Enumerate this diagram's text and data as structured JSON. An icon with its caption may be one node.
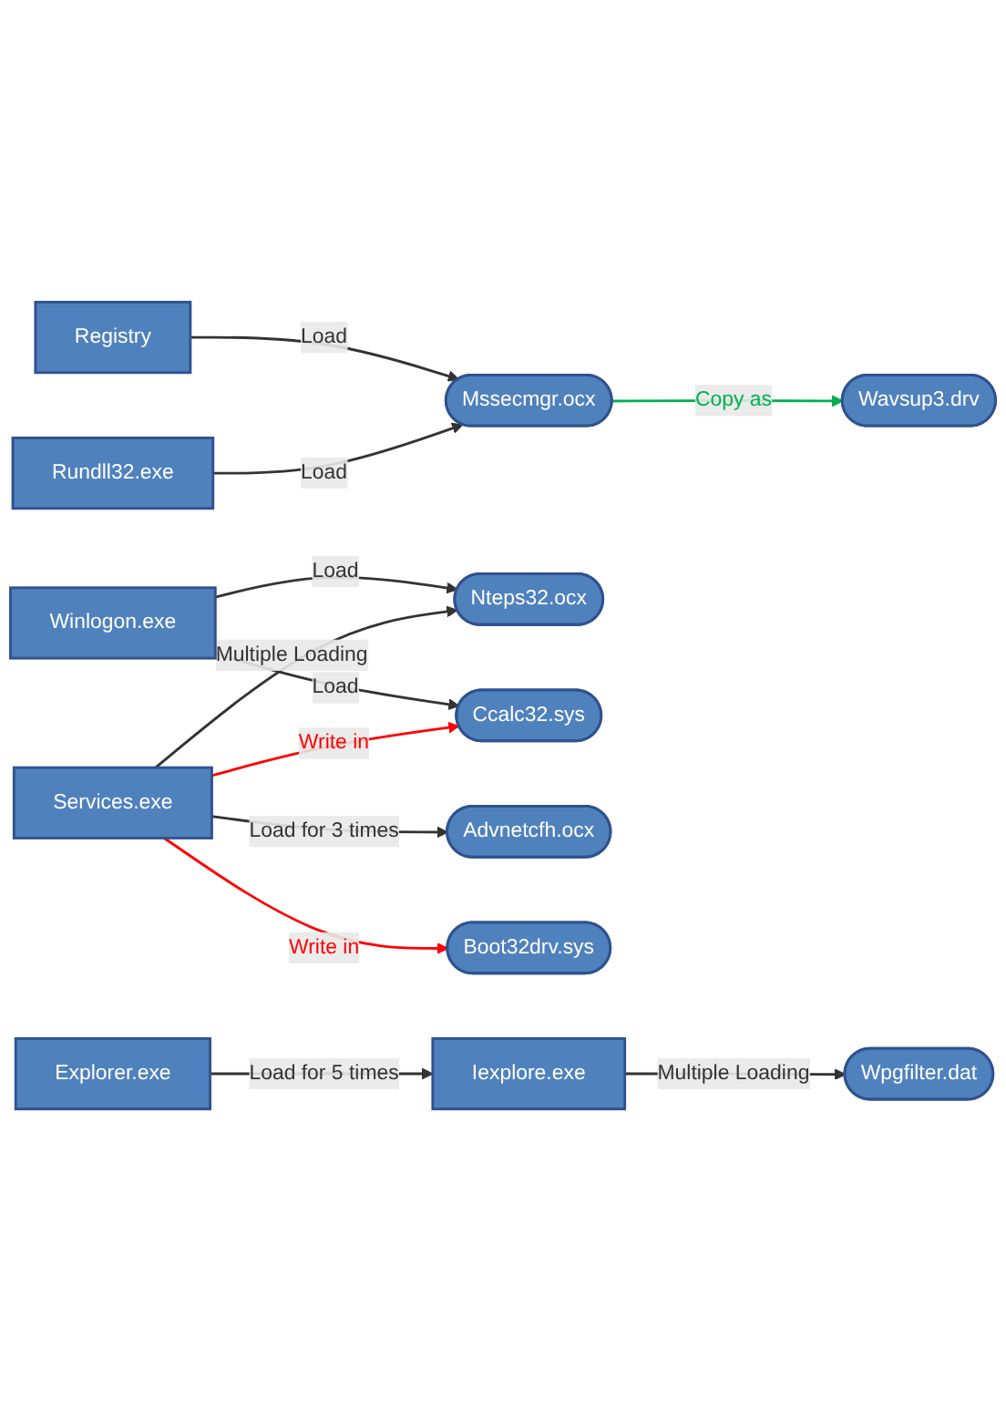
{
  "diagram": {
    "nodes": [
      {
        "text": [
          "Registry"
        ]
      },
      {
        "text": [
          "Rundll32.exe"
        ]
      },
      {
        "text": [
          "Mssecmgr.ocx"
        ]
      },
      {
        "text": [
          "Wavsup3.drv"
        ]
      },
      {
        "text": [
          "Winlogon.exe"
        ]
      },
      {
        "text": [
          "Nteps32.ocx"
        ]
      },
      {
        "text": [
          "Ccalc32.sys"
        ]
      },
      {
        "text": [
          "Services.exe"
        ]
      },
      {
        "text": [
          "Advnetcfh.ocx"
        ]
      },
      {
        "text": [
          "Boot32drv.sys"
        ]
      },
      {
        "text": [
          "Explorer.exe"
        ]
      },
      {
        "text": [
          "Iexplore.exe"
        ]
      },
      {
        "text": [
          "Wpgfilter.dat"
        ]
      }
    ],
    "edges": [
      {
        "from": 0,
        "to": 2,
        "arrow": "to",
        "label": "Load"
      },
      {
        "from": 1,
        "to": 2,
        "arrow": "to",
        "label": "Load"
      },
      {
        "from": 2,
        "to": 3,
        "arrow": "to",
        "label": "Copy as",
        "color": "#00b050"
      },
      {
        "from": 4,
        "to": 5,
        "arrow": "to",
        "label": "Load"
      },
      {
        "from": 4,
        "to": 6,
        "arrow": "to",
        "label": "Load"
      },
      {
        "from": 7,
        "to": 5,
        "arrow": "to",
        "label": "Multiple Loading"
      },
      {
        "from": 7,
        "to": 6,
        "arrow": "to",
        "label": "Write in",
        "color": "#ff0000"
      },
      {
        "from": 7,
        "to": 8,
        "arrow": "to",
        "label": "Load for 3 times"
      },
      {
        "from": 7,
        "to": 9,
        "arrow": "to",
        "label": "Write in",
        "color": "#ff0000"
      },
      {
        "from": 10,
        "to": 11,
        "arrow": "to",
        "label": "Load for 5 times"
      },
      {
        "from": 11,
        "to": 12,
        "arrow": "to",
        "label": "Multiple Loading"
      }
    ]
  }
}
